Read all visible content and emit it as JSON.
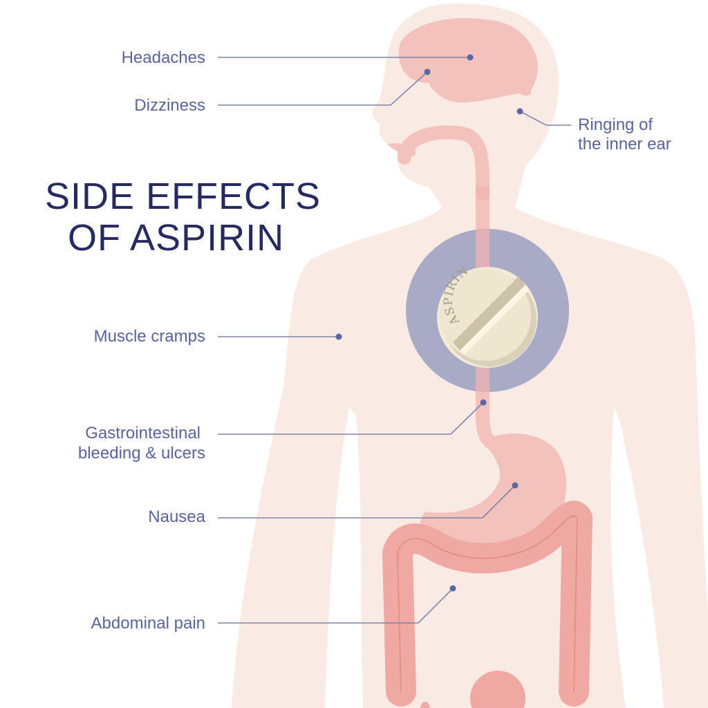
{
  "title": {
    "line1": "SIDE EFFECTS",
    "line2": "OF ASPIRIN"
  },
  "pill": {
    "text": "ASPIRIN"
  },
  "labels": {
    "headaches": "Headaches",
    "dizziness": "Dizziness",
    "ringing_line1": "Ringing of",
    "ringing_line2": "the inner ear",
    "muscle_cramps": "Muscle cramps",
    "gi_line1": "Gastrointestinal",
    "gi_line2": "bleeding & ulcers",
    "nausea": "Nausea",
    "abdominal_pain": "Abdominal pain"
  },
  "colors": {
    "body": "#f9ebe4",
    "organ": "#f4c2bd",
    "intestine": "#f0a8a2",
    "circle": "#a9aac6",
    "title": "#262a60",
    "label": "#5b639c"
  }
}
